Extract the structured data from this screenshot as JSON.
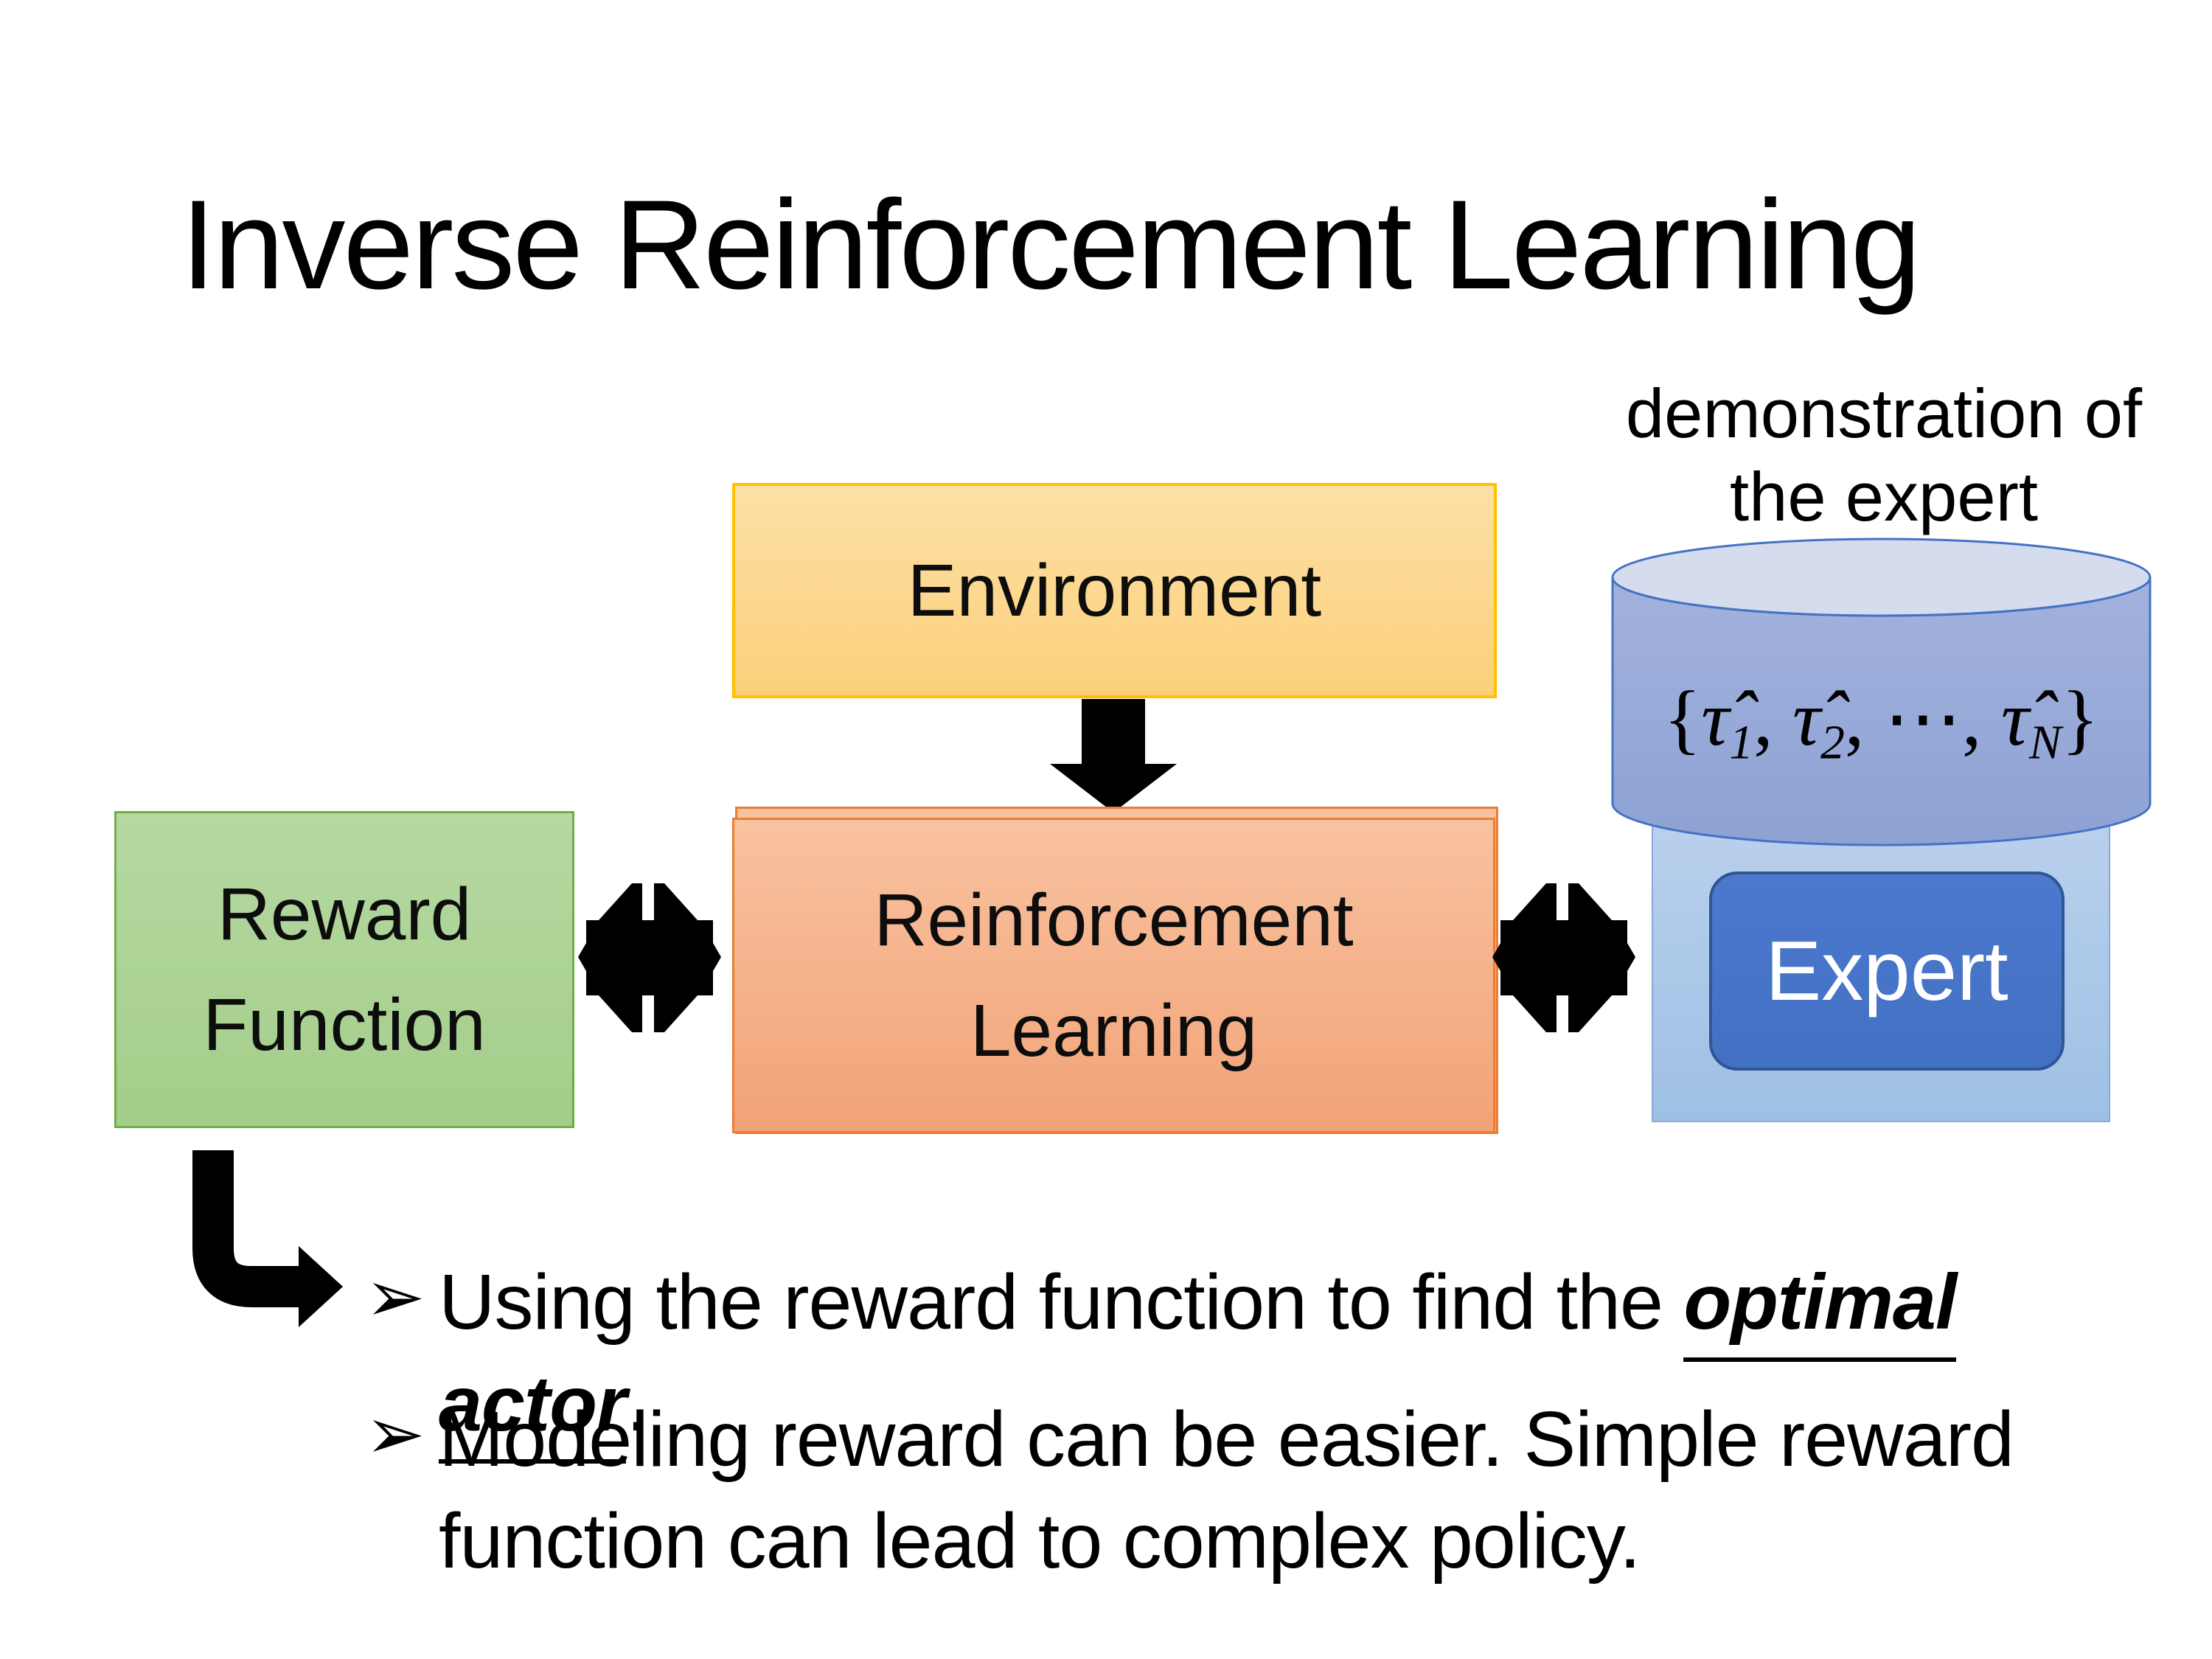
{
  "title": "Inverse Reinforcement Learning",
  "diagram": {
    "environment": {
      "label": "Environment"
    },
    "reward": {
      "label": "Reward Function"
    },
    "rl": {
      "label": "Reinforcement Learning"
    },
    "expert": {
      "label": "Expert"
    },
    "demo_label": "demonstration of the expert",
    "formula": {
      "open": "{",
      "tau": "τ̂",
      "sub1": "1",
      "sub2": "2",
      "subN": "N",
      "comma": ", ",
      "dots": "⋯",
      "close": "}"
    }
  },
  "bullets": [
    {
      "marker": "➢",
      "pre": "Using the reward function to find the ",
      "emph": "optimal actor",
      "post": "."
    },
    {
      "marker": "➢",
      "text": "Modeling reward can be easier. Simple reward function can lead to complex policy."
    }
  ],
  "colors": {
    "env_fill_top": "#fde0a6",
    "env_fill_bottom": "#fbd07b",
    "env_border": "#ffc000",
    "reward_fill_top": "#b6d9a2",
    "reward_fill_bottom": "#a3cd8a",
    "reward_border": "#70ad47",
    "rl_fill_top": "#f8c2a0",
    "rl_fill_bottom": "#f2a377",
    "rl_border": "#ed7d31",
    "cylinder_top": "#d5dcee",
    "cylinder_body_top": "#a3b2dd",
    "cylinder_body_bottom": "#8da2d4",
    "cylinder_border": "#4472c4",
    "panel_fill_top": "#bad1ed",
    "panel_fill_bottom": "#9ec0e4",
    "panel_border": "#88aad8",
    "expert_fill": "#4472c4",
    "expert_border": "#2f5597",
    "expert_text": "#ffffff",
    "arrow_color": "#000000"
  }
}
